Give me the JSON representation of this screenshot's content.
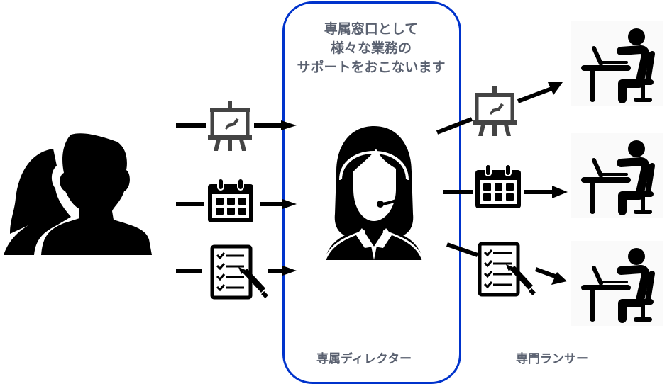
{
  "director_box": {
    "heading_lines": [
      "専属窓口として",
      "様々な業務の",
      "サポートをおこないます"
    ],
    "label": "専属ディレクター",
    "border_color": "#0033cc"
  },
  "freelancers": {
    "label": "専門ランサー",
    "count": 3
  },
  "clients": {
    "icon": "two-people-silhouette-icon"
  },
  "director": {
    "icon": "headset-operator-icon"
  },
  "tasks": [
    {
      "icon": "presentation-easel-icon",
      "color": "#444444"
    },
    {
      "icon": "calendar-icon",
      "color": "#000000"
    },
    {
      "icon": "checklist-pen-icon",
      "color": "#000000"
    }
  ],
  "colors": {
    "text": "#5a6170",
    "border": "#0033cc",
    "icon": "#000000"
  }
}
